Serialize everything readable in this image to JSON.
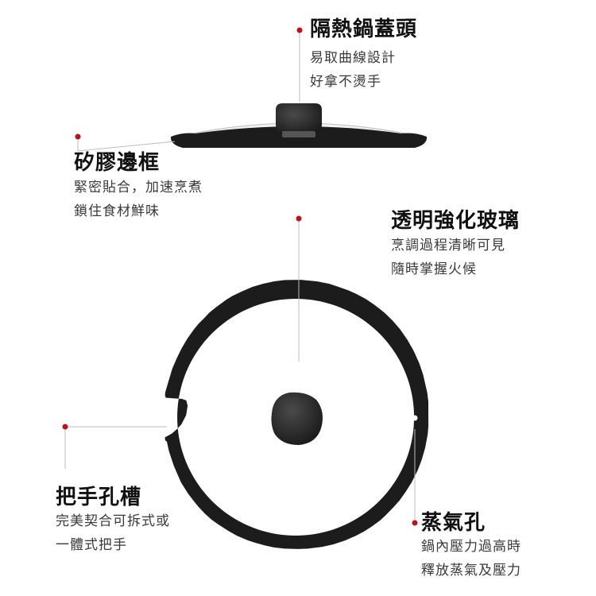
{
  "features": {
    "knob": {
      "title": "隔熱鍋蓋頭",
      "lines": [
        "易取曲線設計",
        "好拿不燙手"
      ]
    },
    "rim": {
      "title": "矽膠邊框",
      "lines": [
        "緊密貼合，加速烹煮",
        "鎖住食材鮮味"
      ]
    },
    "glass": {
      "title": "透明強化玻璃",
      "lines": [
        "烹調過程清晰可見",
        "隨時掌握火候"
      ]
    },
    "handle_slot": {
      "title": "把手孔槽",
      "lines": [
        "完美契合可拆式或",
        "一體式把手"
      ]
    },
    "steam_hole": {
      "title": "蒸氣孔",
      "lines": [
        "鍋內壓力過高時",
        "釋放蒸氣及壓力"
      ]
    }
  },
  "colors": {
    "accent": "#c0101a",
    "rim": "#1c1c1c",
    "knob": "#2a2a2a",
    "title": "#111111",
    "text": "#3a3a3a"
  }
}
